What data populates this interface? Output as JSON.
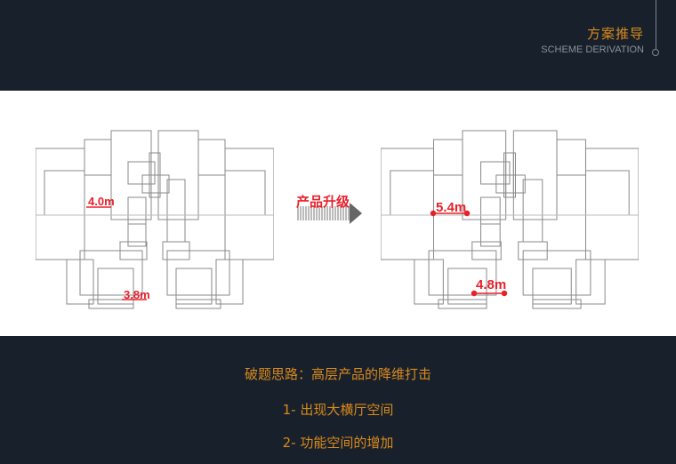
{
  "header": {
    "title": "方案推导",
    "subtitle": "SCHEME DERIVATION"
  },
  "figure": {
    "arrow_label": "产品升级",
    "before": {
      "upper_width": "4.0m",
      "lower_width": "3.8m"
    },
    "after": {
      "upper_width": "5.4m",
      "lower_width": "4.8m"
    }
  },
  "summary": {
    "heading": "破题思路：高层产品的降维打击",
    "points": [
      "1- 出现大横厅空间",
      "2- 功能空间的增加"
    ]
  },
  "colors": {
    "accent": "#d98a1c",
    "dimension": "#e8202a",
    "background": "#18202b"
  }
}
